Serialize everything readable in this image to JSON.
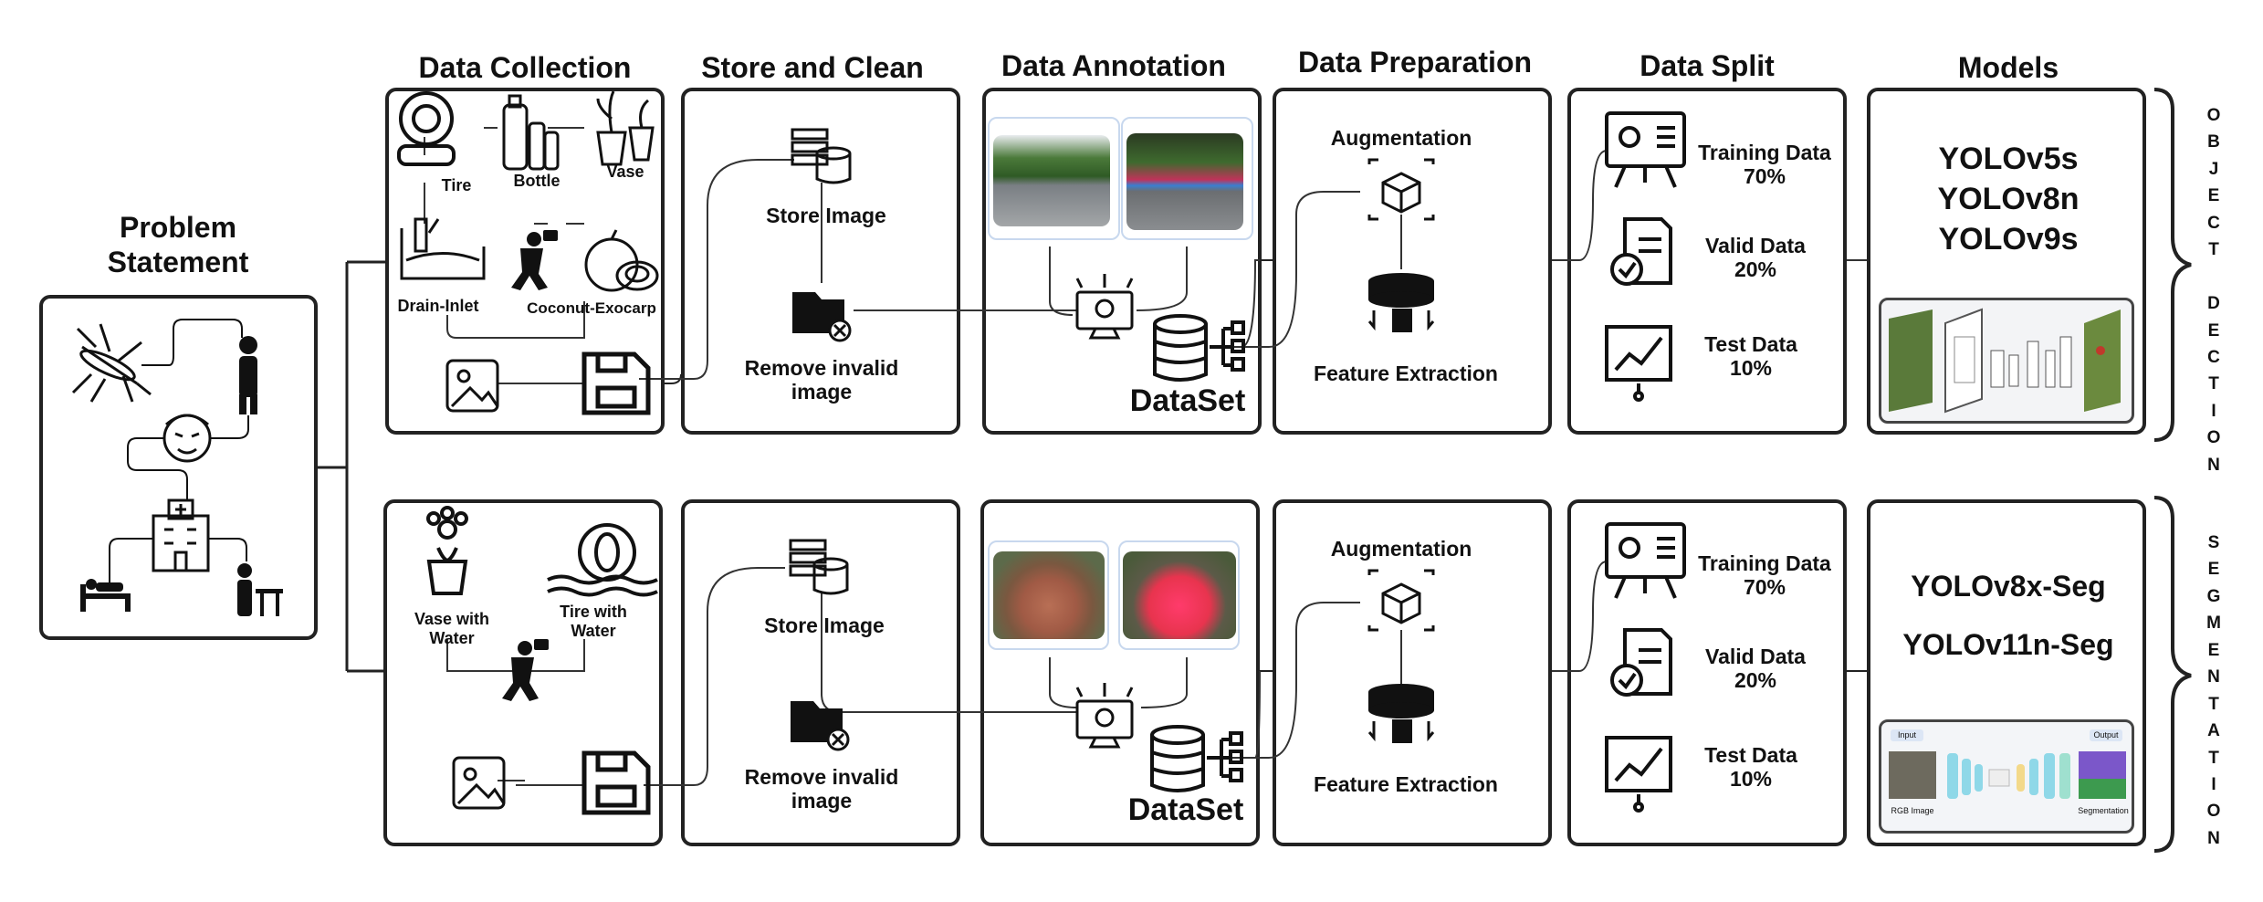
{
  "headers": {
    "problem": "Problem Statement",
    "collection": "Data Collection",
    "store": "Store and Clean",
    "annotation": "Data Annotation",
    "preparation": "Data Preparation",
    "split": "Data Split",
    "models": "Models"
  },
  "row1": {
    "collection": {
      "tire": "Tire",
      "bottle": "Bottle",
      "vase": "Vase",
      "drain": "Drain-Inlet",
      "coconut": "Coconut-Exocarp"
    },
    "store_image": "Store Image",
    "remove": "Remove invalid image",
    "dataset": "DataSet",
    "augmentation": "Augmentation",
    "feature": "Feature Extraction",
    "training": "Training Data 70%",
    "valid": "Valid Data 20%",
    "test": "Test Data 10%",
    "models": [
      "YOLOv5s",
      "YOLOv8n",
      "YOLOv9s"
    ],
    "side_label": [
      "O",
      "B",
      "J",
      "E",
      "C",
      "T",
      "",
      "D",
      "E",
      "C",
      "T",
      "I",
      "O",
      "N"
    ]
  },
  "row2": {
    "collection": {
      "vase_water": "Vase with Water",
      "tire_water": "Tire with Water"
    },
    "store_image": "Store Image",
    "remove": "Remove invalid image",
    "dataset": "DataSet",
    "augmentation": "Augmentation",
    "feature": "Feature Extraction",
    "training": "Training Data 70%",
    "valid": "Valid Data 20%",
    "test": "Test Data 10%",
    "models": [
      "YOLOv8x-Seg",
      "YOLOv11n-Seg"
    ],
    "side_label": [
      "S",
      "E",
      "G",
      "M",
      "E",
      "N",
      "T",
      "A",
      "T",
      "I",
      "O",
      "N"
    ],
    "seg_diagram": {
      "input": "Input",
      "output": "Output",
      "rgb": "RGB Image",
      "seg": "Segmentation"
    }
  },
  "colors": {
    "line": "#222222",
    "accent_red": "#e8344e",
    "seg_purple": "#7b57c9",
    "seg_cyan": "#8fd8e8"
  }
}
